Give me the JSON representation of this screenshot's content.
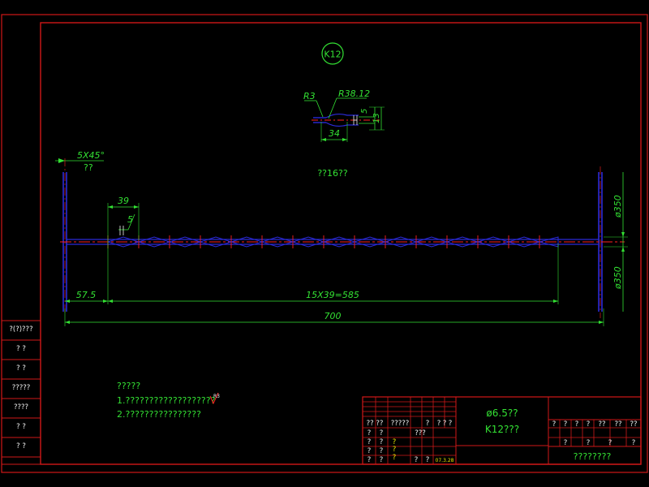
{
  "drawing": {
    "balloon": "K12",
    "detail": {
      "r_small": "R3",
      "r_large": "R38.12",
      "dim_a": "5",
      "dim_b": "13",
      "dim_len": "34"
    },
    "chamfer": {
      "value": "5X45°",
      "note": "??"
    },
    "center_note": "??16??",
    "dims": {
      "pitch": "39",
      "notch": "5",
      "start": "57.5",
      "repeat": "15X39=585",
      "total": "700",
      "dia_top": "ø350",
      "dia_bottom": "ø350"
    },
    "notes": {
      "heading": "?????",
      "line1": "1.???????????????????",
      "line2": "2.????????????????",
      "roughness": "R3"
    }
  },
  "side_panel": {
    "cells": [
      "?(?)???",
      "?   ?",
      "?   ?",
      "?????",
      "????",
      "?   ?",
      "?   ?"
    ]
  },
  "title_block": {
    "row_a": [
      "?? ??",
      "?????",
      "?",
      "?",
      "?",
      "?"
    ],
    "row_b": [
      "?",
      "?",
      "???"
    ],
    "row_c": [
      "?",
      "?",
      "?"
    ],
    "row_d": [
      "?",
      "?",
      "?"
    ],
    "row_e": [
      "?",
      "?",
      "?",
      "?",
      "?"
    ],
    "date": "07.3.28",
    "material": "ø6.5??",
    "part": "K12???",
    "right_row1": [
      "?",
      "?",
      "?",
      "?",
      "??",
      "??",
      "??"
    ],
    "right_row2": [
      "?",
      "?",
      "?",
      "?"
    ],
    "company": "????????"
  },
  "colors": {
    "frame": "#d01818",
    "dimension": "#33e033",
    "shaft": "#2a2ad8",
    "center": "#ff2020",
    "text": "#f0f0f0",
    "yellow": "#e8e800"
  }
}
